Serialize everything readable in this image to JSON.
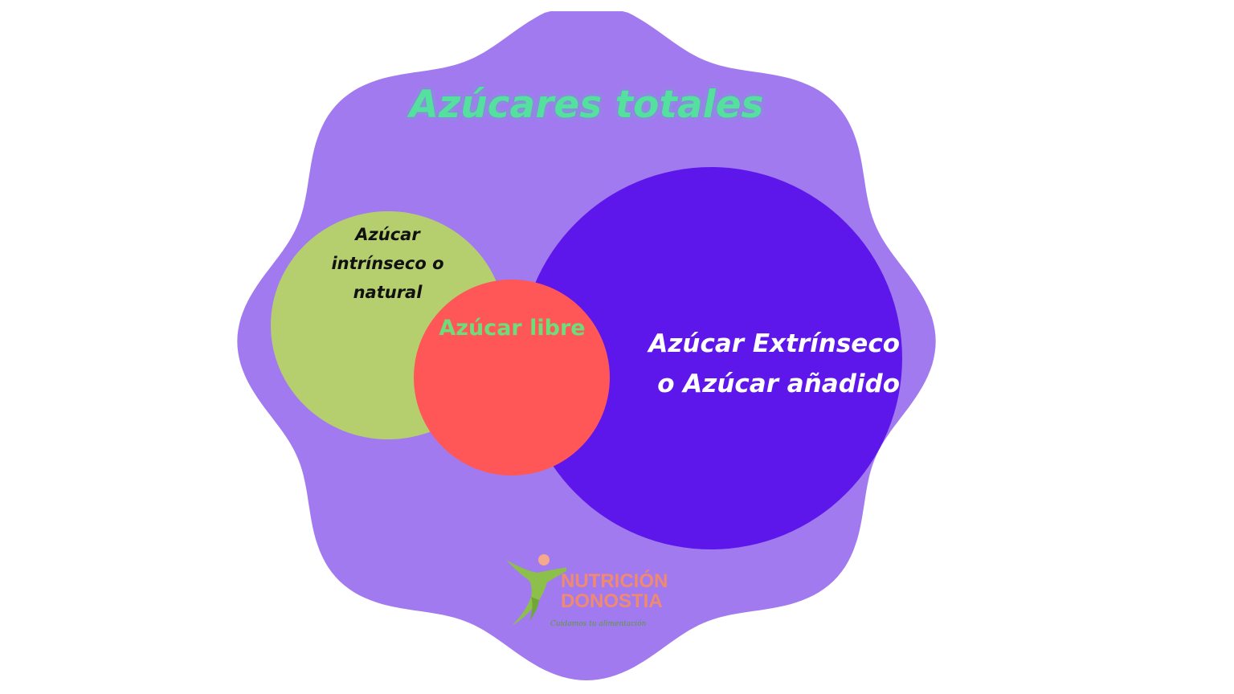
{
  "diagram": {
    "title": "Azúcares totales",
    "circles": {
      "natural": {
        "lines": [
          "Azúcar",
          "intrínseco o",
          "natural"
        ],
        "color": "#b6cf6e"
      },
      "libre": {
        "label": "Azúcar libre",
        "color": "#ff5757"
      },
      "extrinseco": {
        "lines": [
          "Azúcar Extrínseco",
          "o Azúcar añadido"
        ],
        "color": "#5e17eb"
      }
    },
    "background_color": "#a27af0"
  },
  "logo": {
    "line1": "NUTRICIÓN",
    "line2": "DONOSTIA",
    "tagline": "Cuidamos tu alimentación"
  }
}
